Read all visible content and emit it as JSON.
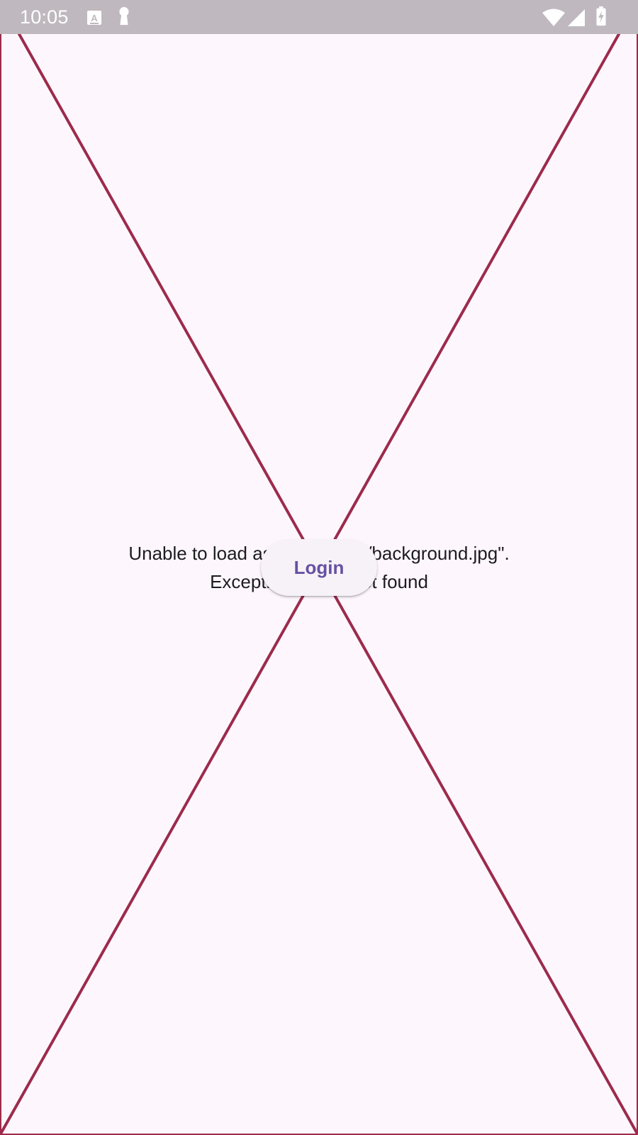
{
  "status_bar": {
    "time": "10:05",
    "icons": [
      "keyboard-a-icon",
      "keyhole-icon",
      "wifi-icon",
      "cell-signal-icon",
      "battery-charging-icon"
    ],
    "color": "#ffffff",
    "background": "#bfb9bf"
  },
  "error": {
    "line1": "Unable to load asset: \"assets/background.jpg\".",
    "line2": "Exception: Asset not found",
    "placeholder_color": "#9c2b4c",
    "text_color": "#1d1b20"
  },
  "login_button": {
    "label": "Login",
    "text_color": "#6750a4",
    "background": "#f6f2f7"
  },
  "page_background": "#fdf7fd"
}
